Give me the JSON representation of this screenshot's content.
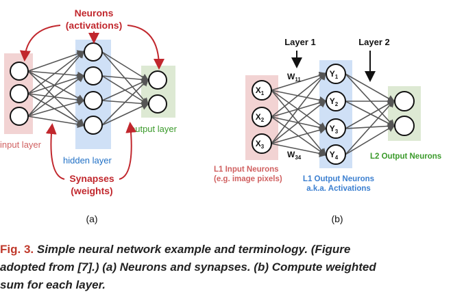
{
  "colors": {
    "red": "#c1272d",
    "blue": "#1f6fc5",
    "green": "#3a9a2a",
    "input_band": "#f2d3d3",
    "hidden_band": "#cfe0f6",
    "output_band": "#dde9d3",
    "line": "#555555"
  },
  "panel_a": {
    "neurons_label_1": "Neurons",
    "neurons_label_2": "(activations)",
    "input_label": "input layer",
    "hidden_label": "hidden layer",
    "output_label": "output layer",
    "synapses_label_1": "Synapses",
    "synapses_label_2": "(weights)",
    "sublabel": "(a)"
  },
  "panel_b": {
    "layer1_label": "Layer 1",
    "layer2_label": "Layer 2",
    "w11_main": "W",
    "w11_sub": "11",
    "w34_main": "W",
    "w34_sub": "34",
    "x_nodes": [
      {
        "main": "X",
        "sub": "1"
      },
      {
        "main": "X",
        "sub": "2"
      },
      {
        "main": "X",
        "sub": "3"
      }
    ],
    "y_nodes": [
      {
        "main": "Y",
        "sub": "1"
      },
      {
        "main": "Y",
        "sub": "2"
      },
      {
        "main": "Y",
        "sub": "3"
      },
      {
        "main": "Y",
        "sub": "4"
      }
    ],
    "l1_input_1": "L1 Input Neurons",
    "l1_input_2": "(e.g. image pixels)",
    "l1_output_1": "L1 Output Neurons",
    "l1_output_2": "a.k.a. Activations",
    "l2_output": "L2 Output Neurons",
    "sublabel": "(b)"
  },
  "caption": {
    "fig_label": "Fig. 3.",
    "line1": "Simple neural network example and terminology. (Figure",
    "line2": "adopted from [7].) (a) Neurons and synapses. (b) Compute weighted",
    "line3": "sum for each layer."
  }
}
